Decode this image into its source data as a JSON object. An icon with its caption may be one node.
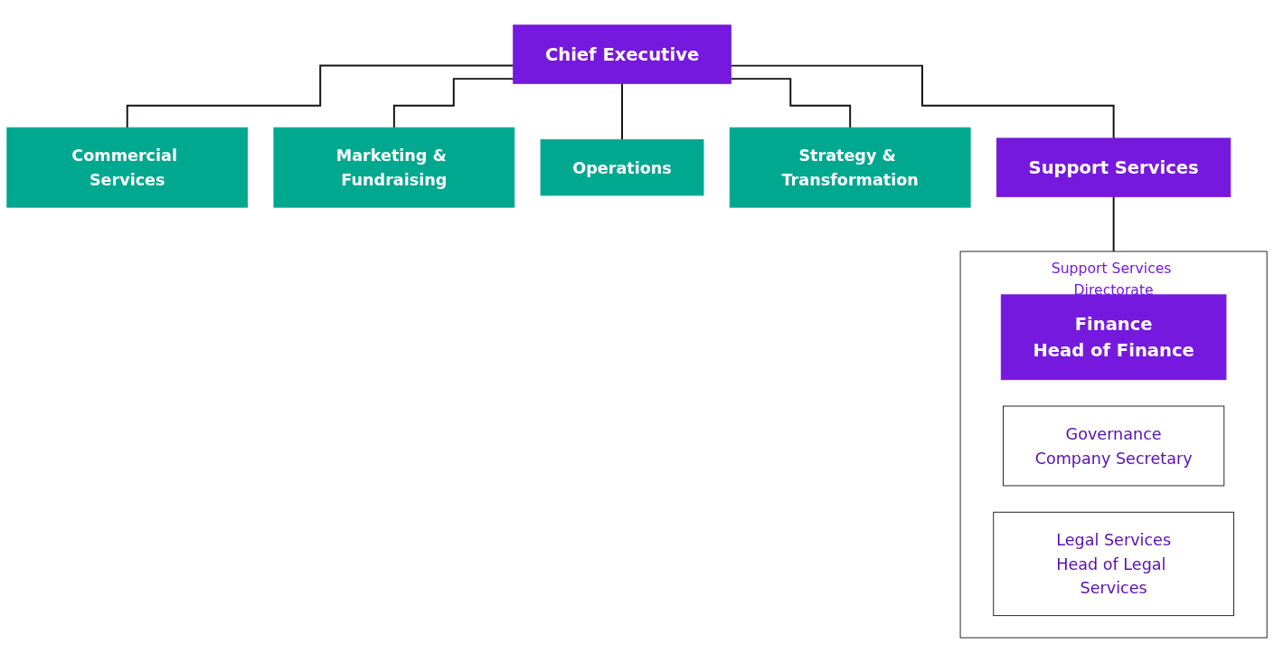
{
  "diagram": {
    "nodes": [
      {
        "text": [
          "Chief Executive"
        ]
      },
      {
        "text": [
          "Commercial Services"
        ]
      },
      {
        "text": [
          "Marketing & Fundraising"
        ]
      },
      {
        "text": [
          "Operations"
        ]
      },
      {
        "text": [
          "Strategy & Transformation"
        ]
      },
      {
        "text": [
          "Support Services"
        ]
      },
      {
        "text": [
          "Support Services Directorate"
        ]
      },
      {
        "text": [
          "Finance",
          "Head of Finance"
        ],
        "in": 6
      },
      {
        "text": [
          "Governance",
          "Company Secretary"
        ],
        "in": 6
      },
      {
        "text": [
          "Legal Services",
          "Head of Legal Services"
        ],
        "in": 6
      }
    ],
    "edges": [
      {
        "from": 0,
        "to": 1,
        "arrow": "none"
      },
      {
        "from": 0,
        "to": 2,
        "arrow": "none"
      },
      {
        "from": 0,
        "to": 3,
        "arrow": "none"
      },
      {
        "from": 0,
        "to": 4,
        "arrow": "none"
      },
      {
        "from": 0,
        "to": 5,
        "arrow": "none"
      },
      {
        "from": 5,
        "to": 6,
        "arrow": "none"
      }
    ]
  }
}
